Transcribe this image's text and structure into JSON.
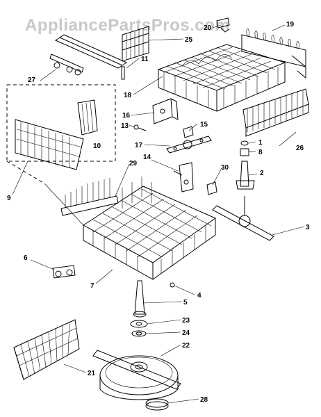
{
  "watermark": "AppliancePartsPros.com",
  "callouts": [
    "19",
    "20",
    "25",
    "11",
    "27",
    "18",
    "16",
    "15",
    "13",
    "17",
    "10",
    "1",
    "8",
    "14",
    "26",
    "29",
    "2",
    "30",
    "9",
    "3",
    "6",
    "7",
    "4",
    "5",
    "23",
    "24",
    "22",
    "21",
    "28"
  ]
}
